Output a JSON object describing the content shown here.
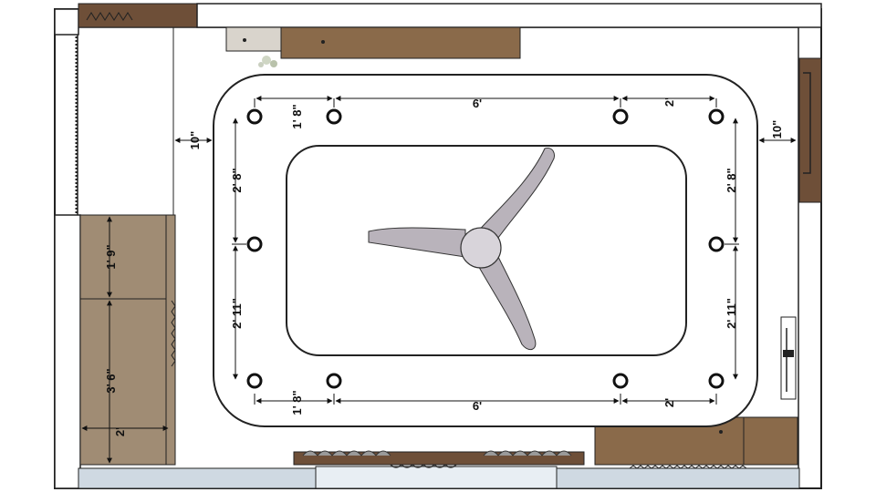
{
  "colors": {
    "wall": "#ffffff",
    "wall_outline": "#222222",
    "wood_dark": "#6e4f38",
    "wood_light": "#a08c74",
    "wood_mid": "#8a6a4a",
    "glass": "#cfd9e2",
    "ceiling_tray": "#ffffff",
    "fan_blade": "#b9b3bb",
    "fan_hub": "#d8d4da",
    "spotlight": "#1a1a1a",
    "plant": "#7a7a7a"
  },
  "icons": {
    "fan": "ceiling-fan-icon",
    "spotlight": "recessed-light-icon",
    "plant": "plant-icon",
    "tap": "tap-icon"
  },
  "dimensions": {
    "top_left_gap": "1' 8\"",
    "top_middle": "6'",
    "top_right_gap": "2'",
    "bottom_left_gap": "1' 8\"",
    "bottom_middle": "6'",
    "bottom_right_gap": "2'",
    "left_upper": "2' 8\"",
    "left_lower": "2' 11\"",
    "right_upper": "2' 8\"",
    "right_lower": "2' 11\"",
    "left_wall_offset": "10\"",
    "right_wall_offset": "10\"",
    "cabinet_upper": "1' 9\"",
    "cabinet_lower": "3' 6\"",
    "cabinet_depth": "2'"
  }
}
